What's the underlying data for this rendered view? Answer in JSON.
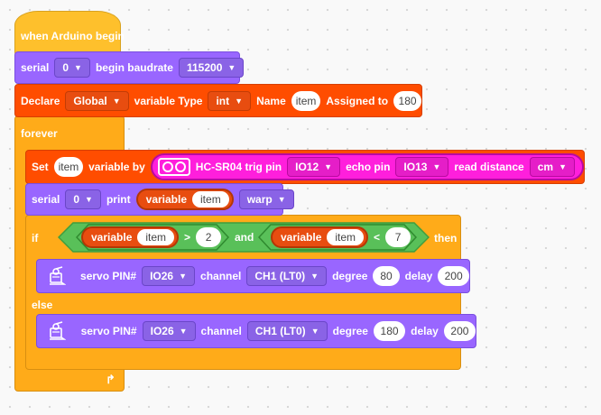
{
  "colors": {
    "events": "#fec02c",
    "purple": "#9966ff",
    "red": "#ff4d00",
    "pink": "#ff1fdc",
    "green": "#59c059",
    "control": "#ffab19"
  },
  "hat": {
    "label": "when Arduino begin"
  },
  "serial_begin": {
    "label": "serial",
    "port": "0",
    "action": "begin baudrate",
    "baud": "115200"
  },
  "declare": {
    "label": "Declare",
    "scope": "Global",
    "type_label": "variable Type",
    "type": "int",
    "name_label": "Name",
    "name": "item",
    "assigned_label": "Assigned to",
    "value": "180"
  },
  "forever": {
    "label": "forever",
    "loop_icon": "loop-arrow-icon"
  },
  "set": {
    "label": "Set",
    "var": "item",
    "by_label": "variable by",
    "sensor_icon": "ultrasonic-sensor-icon",
    "sensor": "HC-SR04 trig pin",
    "trig": "IO12",
    "echo_label": "echo pin",
    "echo": "IO13",
    "read_label": "read distance",
    "unit": "cm"
  },
  "serial_print": {
    "label": "serial",
    "port": "0",
    "action": "print",
    "var_label": "variable",
    "var": "item",
    "mode": "warp"
  },
  "if": {
    "label": "if",
    "then_label": "then",
    "and_label": "and",
    "left": {
      "var_label": "variable",
      "var": "item",
      "op": ">",
      "value": "2"
    },
    "right": {
      "var_label": "variable",
      "var": "item",
      "op": "<",
      "value": "7"
    }
  },
  "servo1": {
    "icon": "servo-icon",
    "label": "servo PIN#",
    "pin": "IO26",
    "channel_label": "channel",
    "channel": "CH1 (LT0)",
    "degree_label": "degree",
    "degree": "80",
    "delay_label": "delay",
    "delay": "200"
  },
  "else": {
    "label": "else"
  },
  "servo2": {
    "icon": "servo-icon",
    "label": "servo PIN#",
    "pin": "IO26",
    "channel_label": "channel",
    "channel": "CH1 (LT0)",
    "degree_label": "degree",
    "degree": "180",
    "delay_label": "delay",
    "delay": "200"
  }
}
